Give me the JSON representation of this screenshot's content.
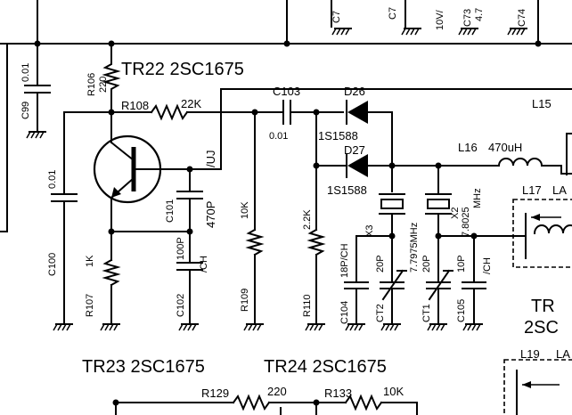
{
  "labels": {
    "tr22": "TR22  2SC1675",
    "tr23": "TR23  2SC1675",
    "tr24": "TR24  2SC1675",
    "tr_right_1": "TR",
    "tr_right_2": "2SC",
    "r106": "R106",
    "r106_val": "220",
    "r108": "R108",
    "r108_val": "22K",
    "r107": "R107",
    "r107_val": "1K",
    "r109": "R109",
    "r109_val": "10K",
    "r110": "R110",
    "r110_val": "2.2K",
    "r129": "R129",
    "r129_val": "220",
    "r133": "R133",
    "r133_val": "10K",
    "c99": "C99",
    "c99_val": "0.01",
    "c100": "C100",
    "c100_val": "0.01",
    "c101": "C101",
    "c101_val": "470P",
    "c101_type": "/UJ",
    "c102": "C102",
    "c102_val": "100P",
    "c102_type": "/CH",
    "c103": "C103",
    "c103_val": "0.01",
    "c104": "C104",
    "c104_val": "18P/CH",
    "c105": "C105",
    "c105_val": "10P",
    "c105_type": "/CH",
    "ct1": "CT1",
    "ct1_val": "20P",
    "ct2": "CT2",
    "ct2_val": "20P",
    "d26": "D26",
    "d26_type": "1S1588",
    "d27": "D27",
    "d27_type": "1S1588",
    "x3": "X3",
    "x3_freq": "7.7975MHz",
    "x2": "X2",
    "x2_freq": "7.8025",
    "x2_unit": "MHz",
    "l15": "L15",
    "l16": "L16",
    "l16_val": "470uH",
    "l17": "L17",
    "l17_suffix": "LA",
    "l19": "L19",
    "l19_suffix": "LA",
    "top_c7": "C7",
    "top_c7b": "C7",
    "top_10v": "10V/",
    "top_c73": "C73",
    "top_47": "4.7",
    "top_c74": "C74"
  }
}
